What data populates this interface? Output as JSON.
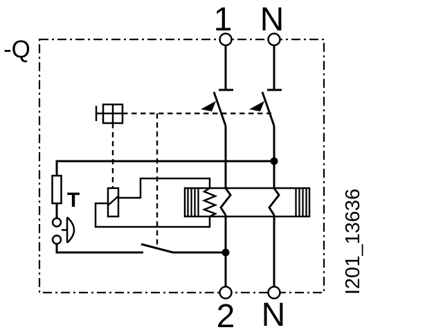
{
  "diagram": {
    "device_label": "-Q",
    "terminals": {
      "top": [
        "1",
        "N"
      ],
      "bottom": [
        "2",
        "N"
      ]
    },
    "test_button_label": "T",
    "reference_code": "I201_13636",
    "components": [
      "enclosure-boundary",
      "operating-mechanism",
      "pole-switch-1",
      "pole-switch-n",
      "residual-current-transformer",
      "trip-coil",
      "test-resistor",
      "test-push-button",
      "test-contact"
    ],
    "colors": {
      "line": "#000000",
      "background": "#ffffff"
    }
  }
}
